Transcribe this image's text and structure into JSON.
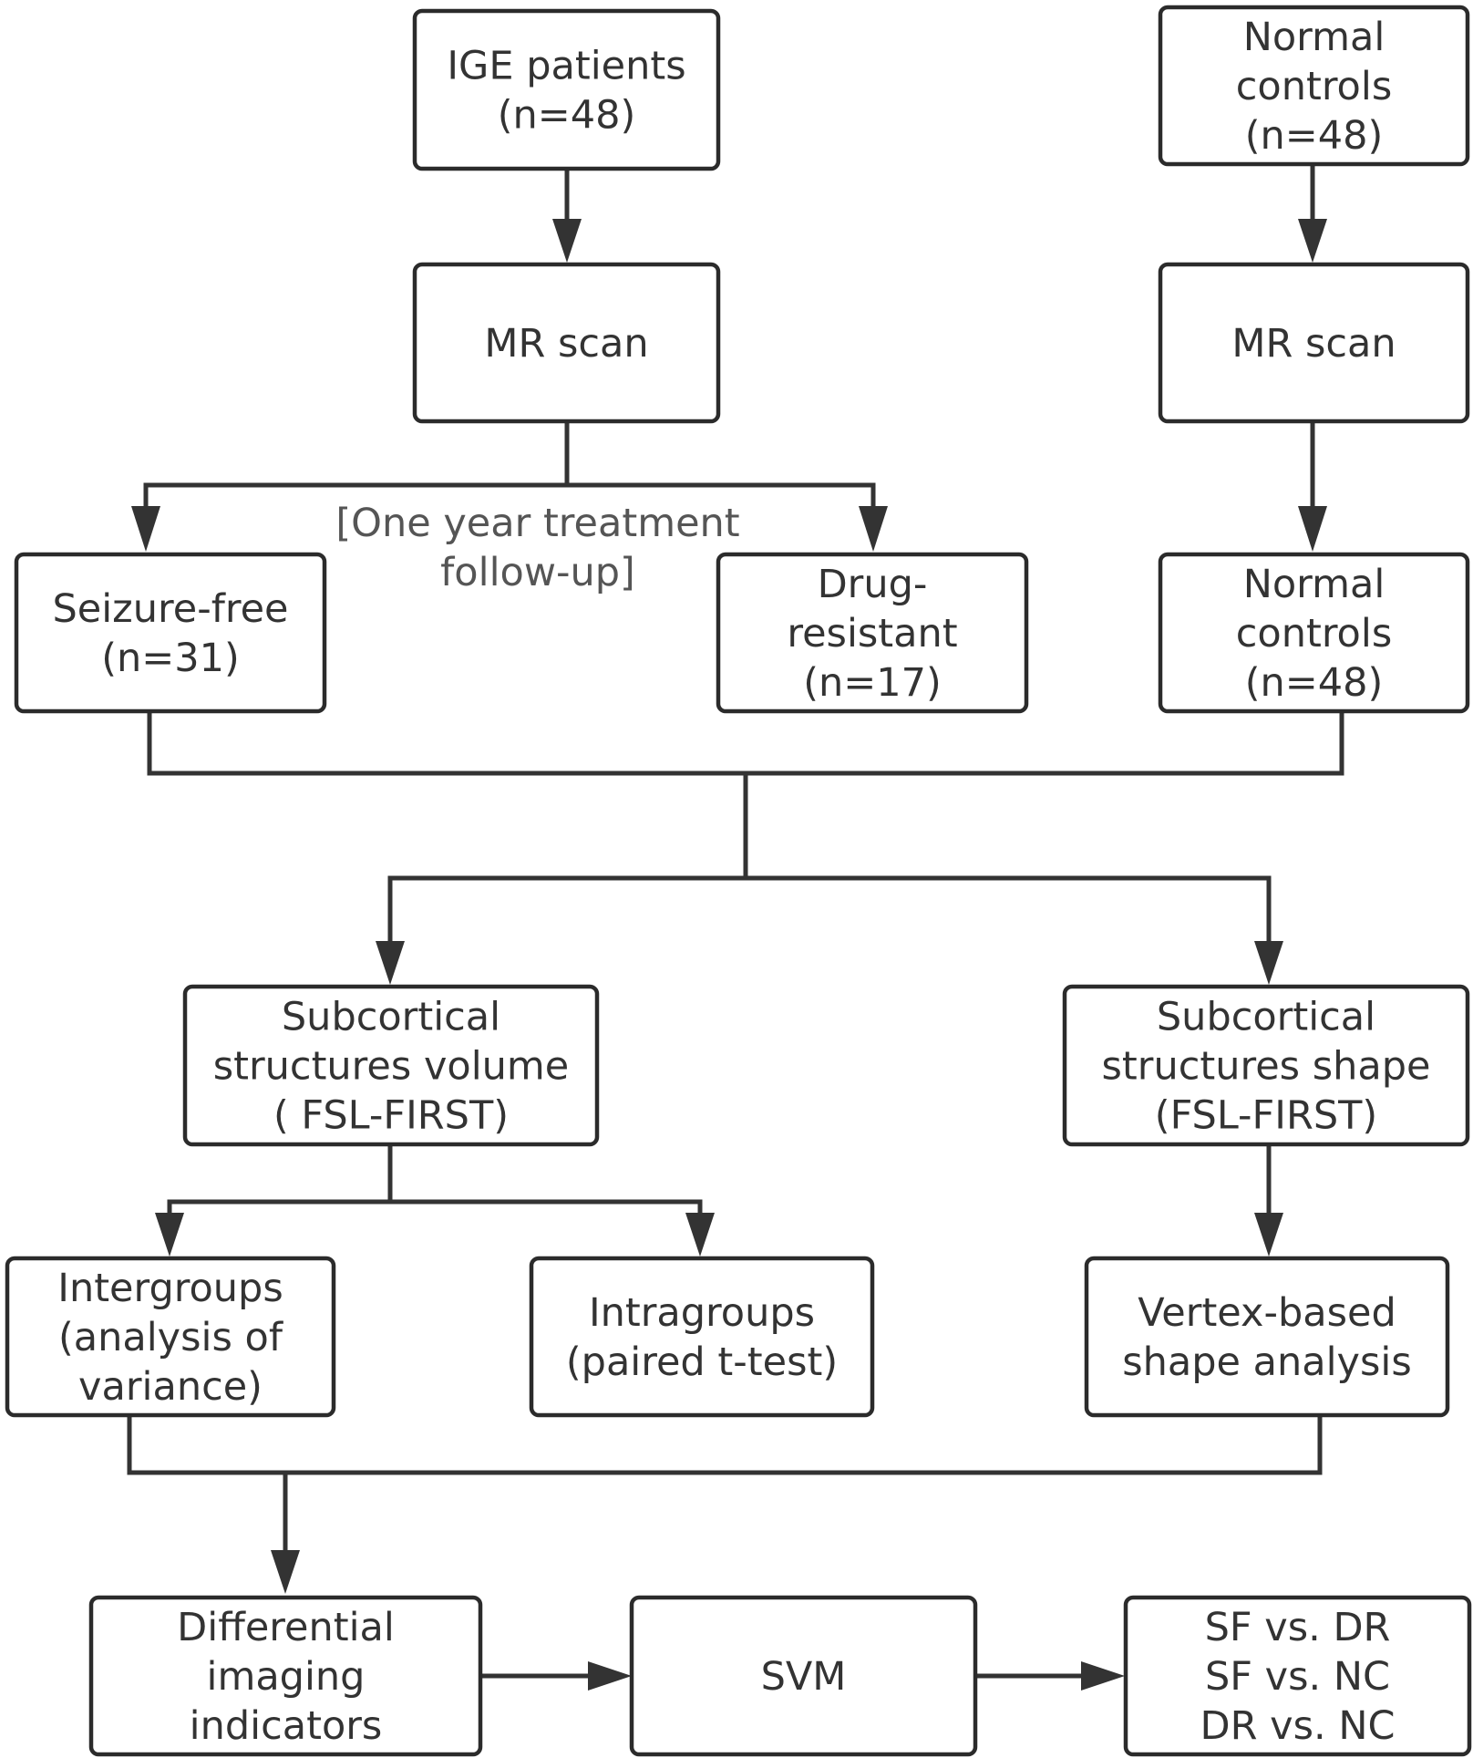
{
  "nodes": {
    "ige_patients": [
      "IGE patients",
      "(n=48)"
    ],
    "normal_controls_top": [
      "Normal",
      "controls",
      "(n=48)"
    ],
    "mr_scan_left": [
      "MR scan"
    ],
    "mr_scan_right": [
      "MR scan"
    ],
    "seizure_free": [
      "Seizure-free",
      "(n=31)"
    ],
    "drug_resistant": [
      "Drug-",
      "resistant",
      "(n=17)"
    ],
    "normal_controls_mid": [
      "Normal",
      "controls",
      "(n=48)"
    ],
    "volume": [
      "Subcortical",
      "structures volume",
      "( FSL-FIRST)"
    ],
    "shape": [
      "Subcortical",
      "structures shape",
      "(FSL-FIRST)"
    ],
    "intergroups": [
      "Intergroups",
      "(analysis of",
      "variance)"
    ],
    "intragroups": [
      "Intragroups",
      "(paired t-test)"
    ],
    "vertex": [
      "Vertex-based",
      "shape analysis"
    ],
    "differential": [
      "Differential",
      "imaging",
      "indicators"
    ],
    "svm": [
      "SVM"
    ],
    "comparisons": [
      "SF vs. DR",
      "SF vs. NC",
      "DR vs. NC"
    ]
  },
  "annotation": {
    "followup_line1": "[One year treatment",
    "followup_line2": "follow-up]"
  },
  "edges": [
    {
      "from": "ige_patients",
      "to": "mr_scan_left",
      "arrow": true
    },
    {
      "from": "normal_controls_top",
      "to": "mr_scan_right",
      "arrow": true
    },
    {
      "from": "mr_scan_left",
      "to": "seizure_free",
      "arrow": true
    },
    {
      "from": "mr_scan_left",
      "to": "drug_resistant",
      "arrow": true
    },
    {
      "from": "mr_scan_right",
      "to": "normal_controls_mid",
      "arrow": true
    },
    {
      "from": "seizure_free",
      "to": "volume",
      "arrow": true
    },
    {
      "from": "drug_resistant",
      "to": "volume",
      "arrow": true
    },
    {
      "from": "normal_controls_mid",
      "to": "shape",
      "arrow": true
    },
    {
      "from": "volume",
      "to": "intergroups",
      "arrow": true
    },
    {
      "from": "volume",
      "to": "intragroups",
      "arrow": true
    },
    {
      "from": "shape",
      "to": "vertex",
      "arrow": true
    },
    {
      "from": "intergroups",
      "to": "differential",
      "arrow": true
    },
    {
      "from": "vertex",
      "to": "differential",
      "arrow": true
    },
    {
      "from": "differential",
      "to": "svm",
      "arrow": true
    },
    {
      "from": "svm",
      "to": "comparisons",
      "arrow": true
    }
  ]
}
